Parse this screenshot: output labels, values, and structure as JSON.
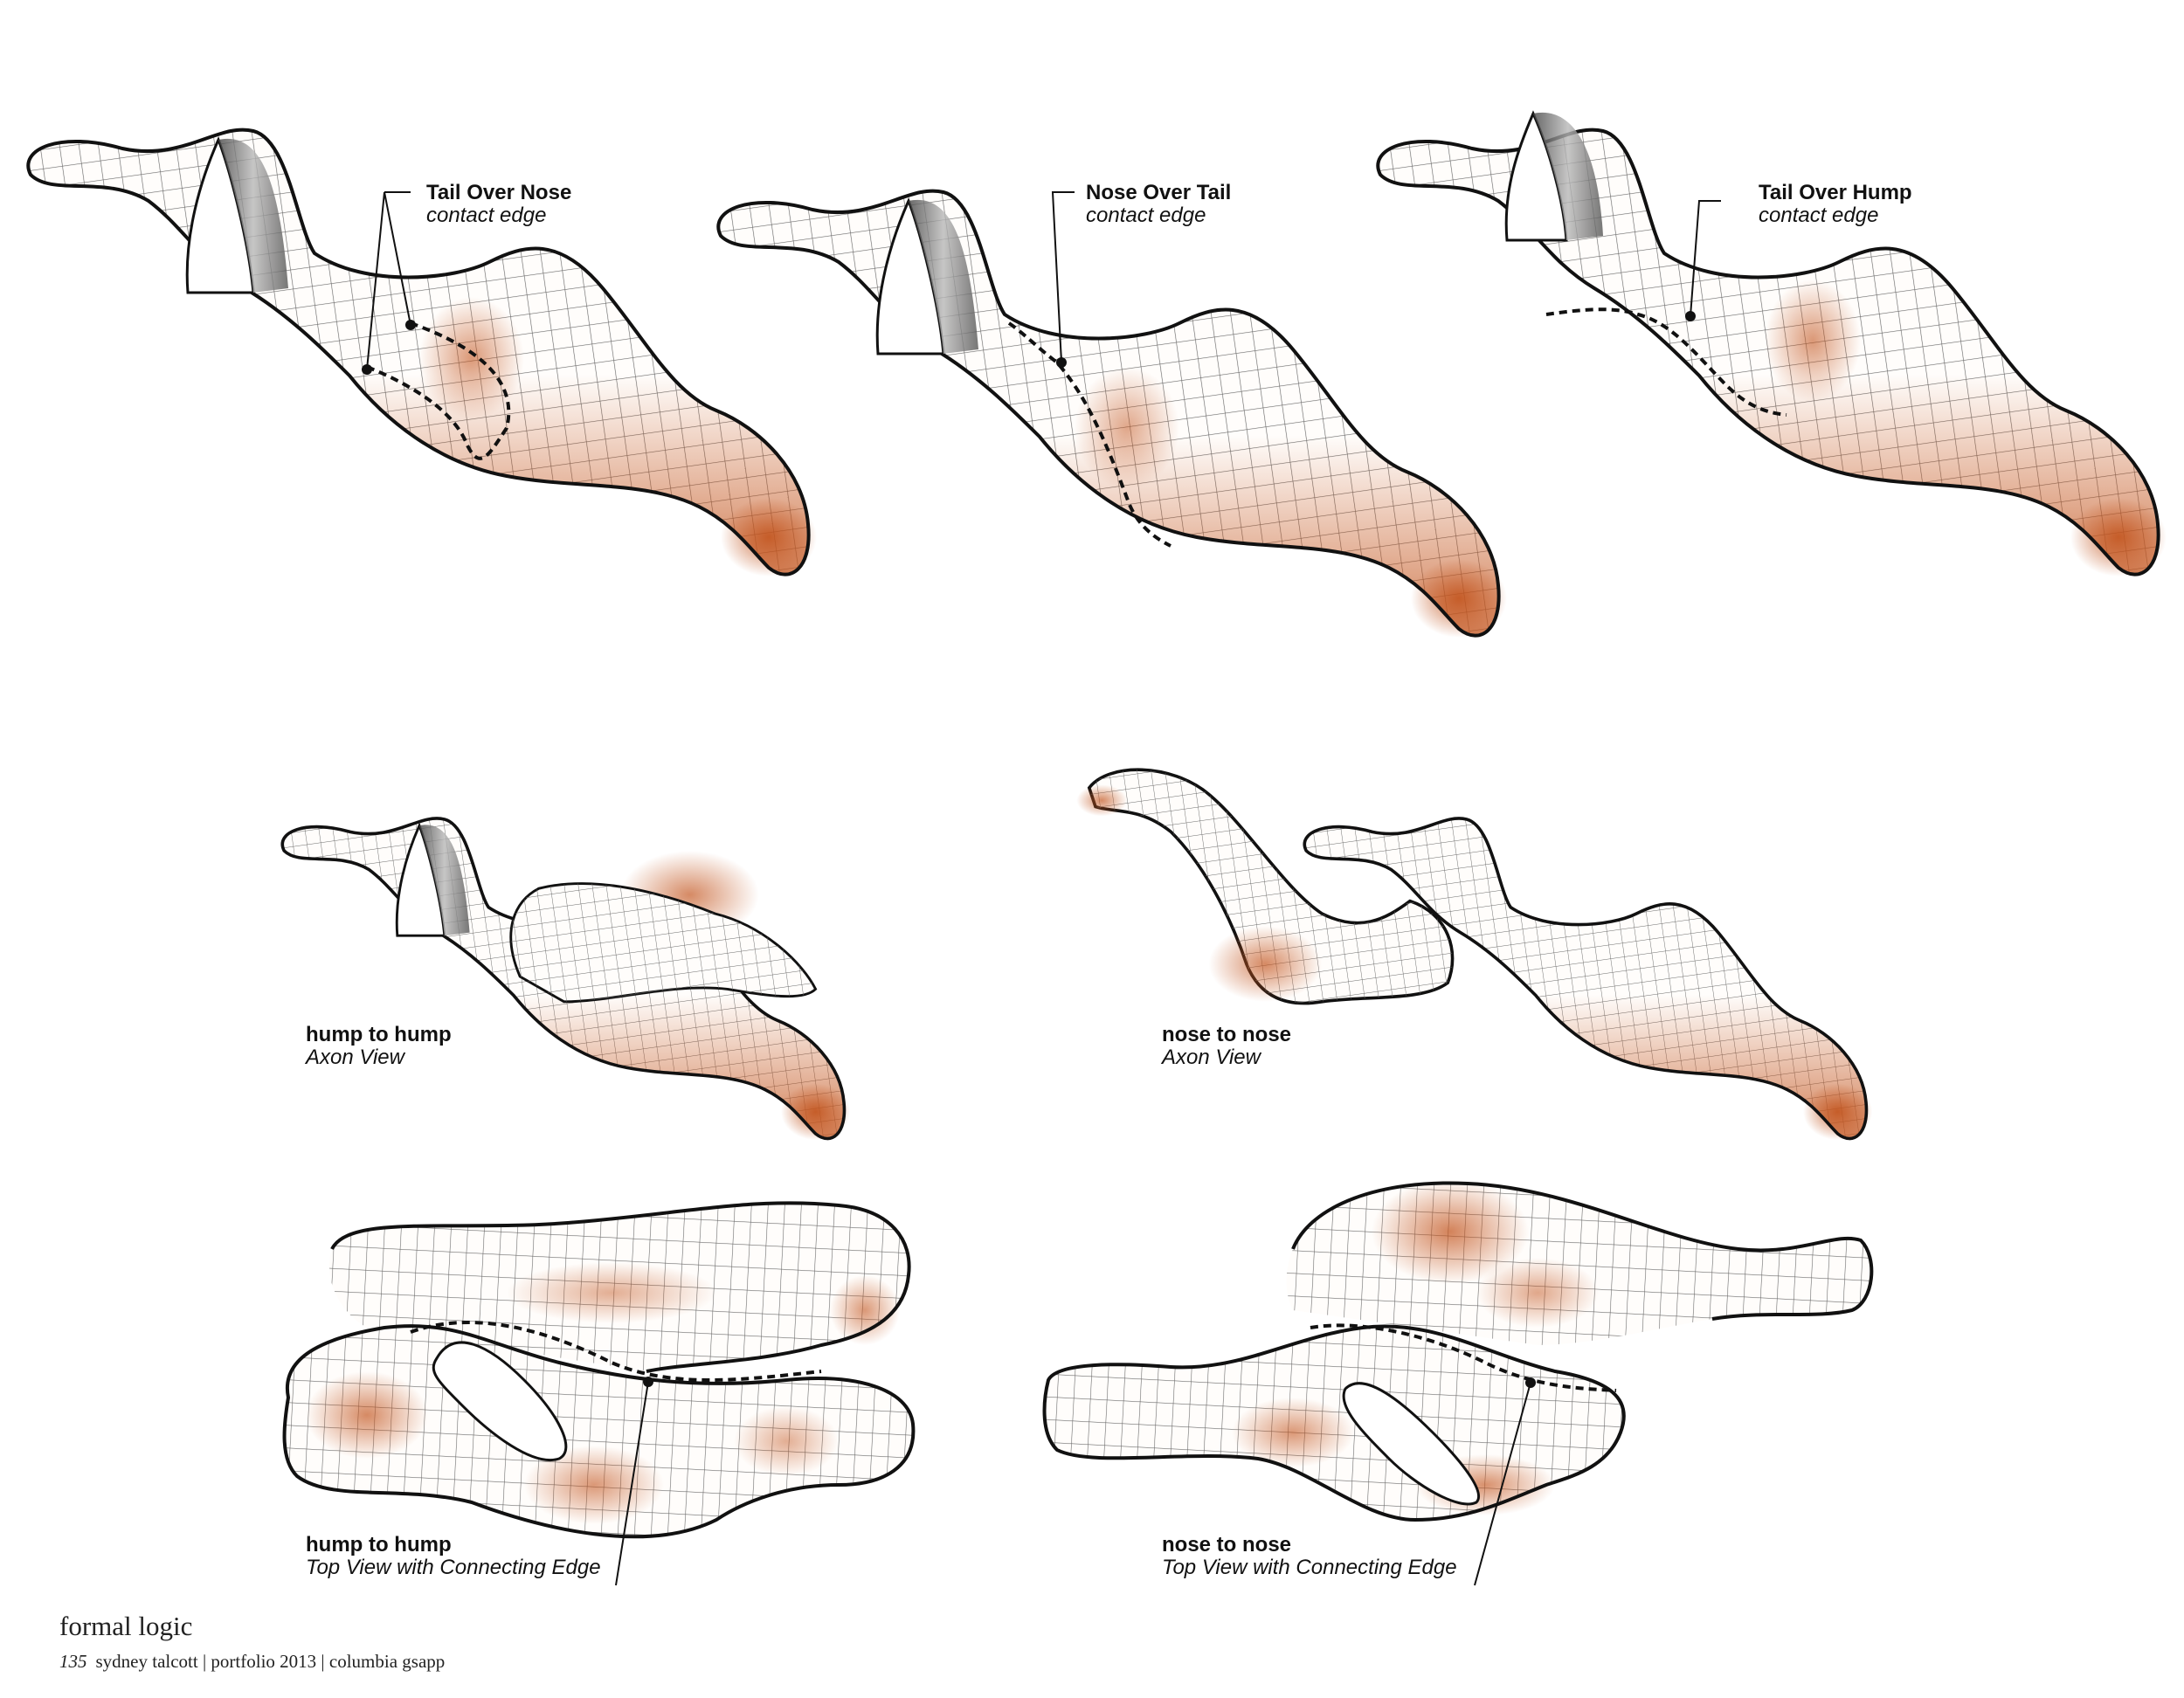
{
  "labels": {
    "tail_over_nose": {
      "title": "Tail Over Nose",
      "subtitle": "contact edge"
    },
    "nose_over_tail": {
      "title": "Nose Over Tail",
      "subtitle": "contact edge"
    },
    "tail_over_hump": {
      "title": "Tail Over Hump",
      "subtitle": "contact edge"
    },
    "hump_axon": {
      "title": "hump to hump",
      "subtitle": "Axon View"
    },
    "nose_axon": {
      "title": "nose to nose",
      "subtitle": "Axon View"
    },
    "hump_top": {
      "title": "hump to hump",
      "subtitle": "Top View with Connecting Edge"
    },
    "nose_top": {
      "title": "nose to nose",
      "subtitle": "Top View with Connecting Edge"
    }
  },
  "footer": {
    "heading": "formal logic",
    "page_number": "135",
    "credit": "sydney talcott | portfolio 2013 | columbia gsapp"
  },
  "colors": {
    "outline": "#111111",
    "mesh": "#6a6a6a",
    "shade": "#c2531c",
    "surface": "#fffdfb"
  }
}
